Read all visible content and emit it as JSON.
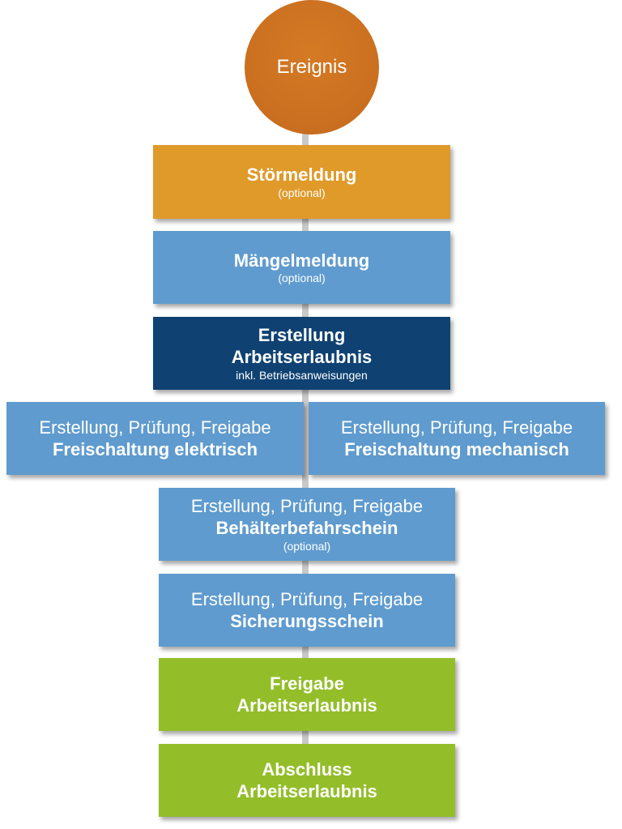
{
  "colors": {
    "event": "#C96F1F",
    "orange": "#DF9A2A",
    "blue": "#5F9BCE",
    "navy": "#0F4272",
    "green": "#93BE2A",
    "connector": "#C9C9C9"
  },
  "event": "Ereignis",
  "steps": [
    {
      "title": "Störmeldung",
      "note": "(optional)"
    },
    {
      "title": "Mängelmeldung",
      "note": "(optional)"
    },
    {
      "title_line1": "Erstellung",
      "title_line2": "Arbeitserlaubnis",
      "note": "inkl. Betriebsanweisungen"
    },
    {
      "prefix": "Erstellung, Prüfung, Freigabe",
      "title": "Freischaltung elektrisch"
    },
    {
      "prefix": "Erstellung, Prüfung, Freigabe",
      "title": "Freischaltung mechanisch"
    },
    {
      "prefix": "Erstellung, Prüfung, Freigabe",
      "title": "Behälterbefahrschein",
      "note": "(optional)"
    },
    {
      "prefix": "Erstellung, Prüfung, Freigabe",
      "title": "Sicherungsschein"
    },
    {
      "title_line1": "Freigabe",
      "title_line2": "Arbeitserlaubnis"
    },
    {
      "title_line1": "Abschluss",
      "title_line2": "Arbeitserlaubnis"
    }
  ]
}
